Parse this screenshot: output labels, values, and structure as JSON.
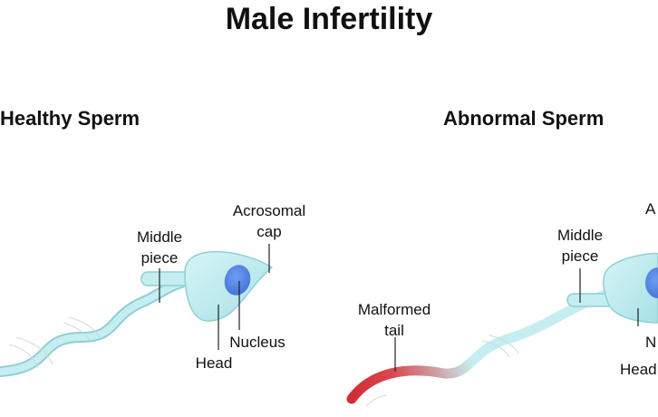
{
  "title": "Male Infertility",
  "panels": {
    "healthy": {
      "title": "Healthy Sperm",
      "labels": {
        "middle_piece": "Middle\npiece",
        "acrosomal_cap": "Acrosomal\ncap",
        "nucleus": "Nucleus",
        "head": "Head"
      }
    },
    "abnormal": {
      "title": "Abnormal Sperm",
      "labels": {
        "malformed_tail": "Malformed\ntail",
        "middle_piece": "Middle\npiece",
        "acrosomal_cap_partial": "A",
        "nucleus_partial": "N",
        "head_partial": "Head"
      }
    }
  },
  "colors": {
    "sperm_body": "#c4eef1",
    "sperm_outline": "#8fcfd6",
    "nucleus": "#4e84e6",
    "malformed_tail": "#d32a34",
    "leader_line": "#222222"
  }
}
